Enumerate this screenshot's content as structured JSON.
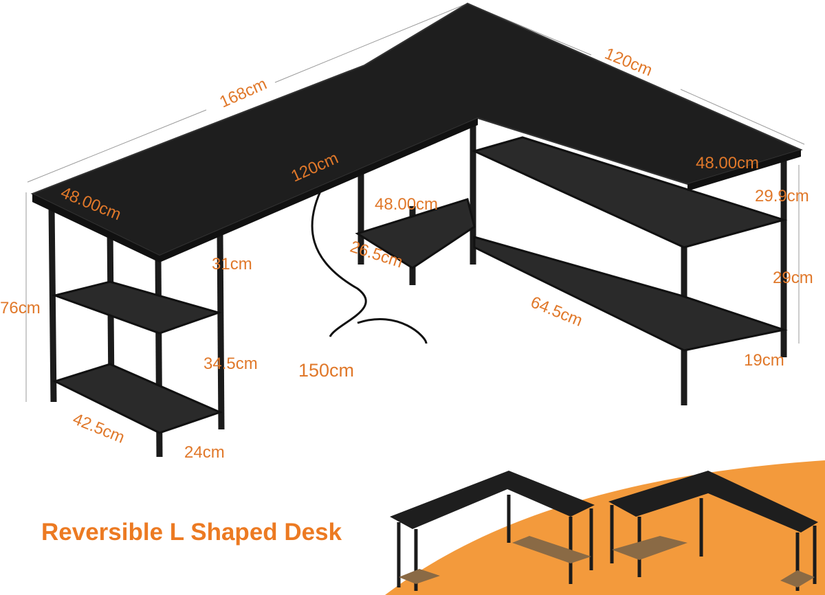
{
  "dimensions": {
    "total_length": "168cm",
    "right_length": "120cm",
    "left_inner_length": "120cm",
    "left_depth": "48.00cm",
    "right_depth": "48.00cm",
    "middle_depth": "48.00cm",
    "right_upper_shelf_gap": "29.9cm",
    "middle_shelf_depth": "26.5cm",
    "left_upper_gap": "31cm",
    "height": "76cm",
    "right_lower_shelf_gap": "29cm",
    "right_shelf_length": "64.5cm",
    "left_lower_gap": "34.5cm",
    "cable_length": "150cm",
    "right_shelf_depth": "19cm",
    "left_shelf_length": "42.5cm",
    "left_shelf_depth": "24cm"
  },
  "banner": {
    "title": "Reversible L Shaped Desk"
  },
  "colors": {
    "label": "#e0782a",
    "desk": "#1e1e1e",
    "banner": "#f39a3c"
  }
}
